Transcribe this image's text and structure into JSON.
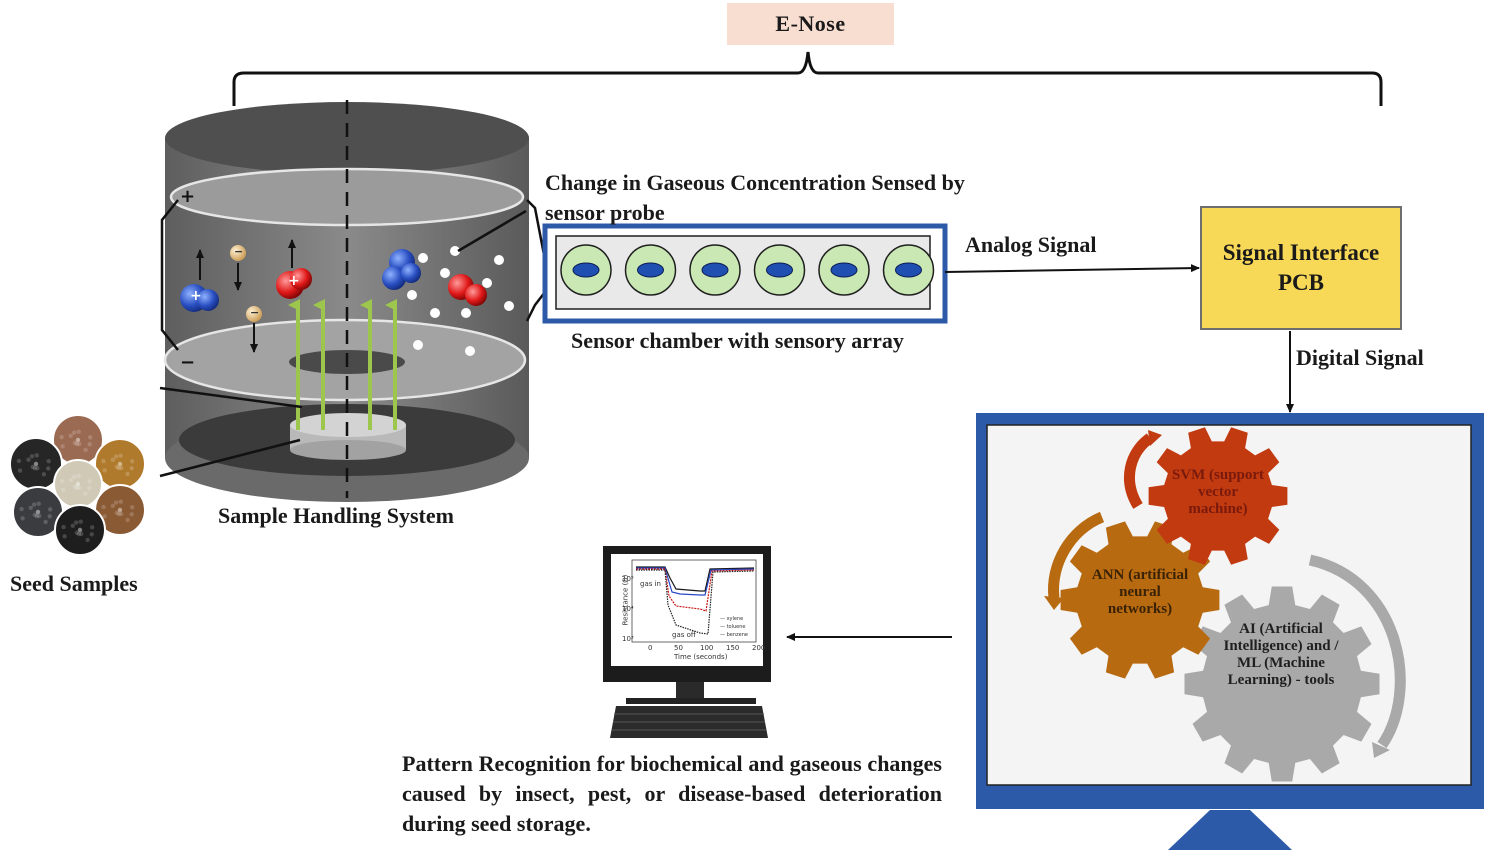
{
  "title": "E-Nose",
  "labels": {
    "gas_sensed": "Change in Gaseous Concentration Sensed by sensor probe",
    "analog_signal": "Analog Signal",
    "digital_signal": "Digital Signal",
    "sensor_chamber": "Sensor chamber with sensory array",
    "sample_handling": "Sample Handling System",
    "seed_samples": "Seed Samples",
    "pattern_recognition": "Pattern Recognition for biochemical and gaseous changes caused by insect, pest, or disease-based deterioration during seed storage."
  },
  "pcb": {
    "line1": "Signal Interface",
    "line2": "PCB"
  },
  "gears": {
    "svm": "SVM (support vector machine)",
    "ann": "ANN (artificial neural networks)",
    "ai": "AI (Artificial Intelligence) and / ML (Machine Learning) - tools"
  },
  "ion_signs": {
    "plus": "+",
    "minus": "−"
  },
  "mini_plot": {
    "y_axis_label": "Resistance (Ω)",
    "x_axis_label": "Time (seconds)",
    "x_ticks": [
      "0",
      "50",
      "100",
      "150",
      "200"
    ],
    "y_ticks": [
      "10³",
      "10⁴",
      "10⁵"
    ],
    "annotations": {
      "gas_in": "gas in",
      "gas_off": "gas off"
    },
    "legend": [
      "xylene",
      "toluene",
      "benzene"
    ]
  },
  "colors": {
    "title_bg": "#f8ddd1",
    "pcb_fill": "#f8d957",
    "frame_blue": "#2c5aa8",
    "sensor_cell_fill": "#c9e8b4",
    "sensor_core": "#1f4fb0",
    "svm_gear": "#c23a10",
    "ann_gear": "#b86a10",
    "ai_gear": "#a9a9a9",
    "arrow_green": "#9cc64c"
  },
  "sensor_count": 6
}
